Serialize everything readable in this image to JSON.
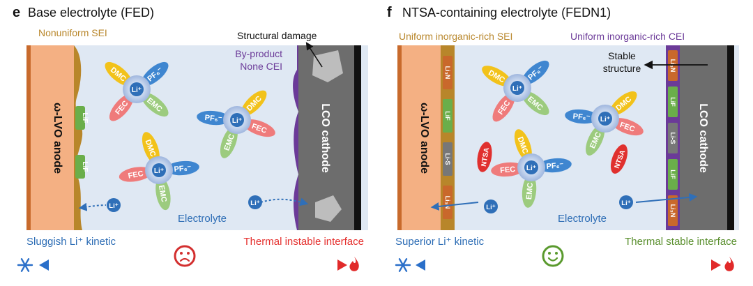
{
  "panels": {
    "e": {
      "letter": "e",
      "title": "Base electrolyte (FED)",
      "sei_label": "Nonuniform SEI",
      "damage_label": "Structural damage",
      "byproduct_line1": "By-product",
      "byproduct_line2": "None CEI",
      "anode_label": "ω-LVO anode",
      "cathode_label": "LCO cathode",
      "electrolyte_label": "Electrolyte",
      "sei_blocks": [
        "LiF",
        "LiF"
      ],
      "kinetic_label": "Sluggish Li⁺ kinetic",
      "interface_label": "Thermal instable interface",
      "face": "sad-face-icon",
      "clusters": [
        {
          "center": "Li⁺",
          "ligands": [
            "DMC",
            "PF₆⁻",
            "EMC",
            "FEC"
          ]
        },
        {
          "center": "Li⁺",
          "ligands": [
            "PF₆⁻",
            "DMC",
            "FEC",
            "EMC"
          ]
        },
        {
          "center": "Li⁺",
          "ligands": [
            "DMC",
            "PF₆⁻",
            "EMC",
            "FEC"
          ]
        }
      ],
      "free_ions": [
        "Li⁺",
        "Li⁺"
      ]
    },
    "f": {
      "letter": "f",
      "title": "NTSA-containing electrolyte (FEDN1)",
      "sei_label": "Uniform inorganic-rich SEI",
      "cei_label": "Uniform inorganic-rich CEI",
      "stable_line1": "Stable",
      "stable_line2": "structure",
      "anode_label": "ω-LVO anode",
      "cathode_label": "LCO cathode",
      "electrolyte_label": "Electrolyte",
      "sei_blocks": [
        "Li₃N",
        "LiF",
        "Li-S",
        "Li₃N"
      ],
      "cei_blocks": [
        "Li₃N",
        "LiF",
        "Li-S",
        "LiF",
        "Li₃N"
      ],
      "kinetic_label": "Superior Li⁺ kinetic",
      "interface_label": "Thermal stable interface",
      "face": "smile-face-icon",
      "clusters": [
        {
          "center": "Li⁺",
          "ligands": [
            "DMC",
            "PF₆⁻",
            "EMC",
            "FEC"
          ]
        },
        {
          "center": "Li⁺",
          "ligands": [
            "PF₆⁻",
            "DMC",
            "FEC",
            "EMC"
          ]
        },
        {
          "center": "Li⁺",
          "ligands": [
            "DMC",
            "PF₆⁻",
            "EMC",
            "FEC"
          ]
        }
      ],
      "additives": [
        "NTSA",
        "NTSA"
      ],
      "free_ions": [
        "Li⁺",
        "Li⁺"
      ]
    }
  },
  "icons": {
    "cold": "snowflake-icon",
    "hot": "flame-icon"
  },
  "colors": {
    "DMC": "#f2c21a",
    "PF6": "#3f86d0",
    "EMC": "#9ccb7e",
    "FEC": "#ef7b7b",
    "NTSA": "#e0302e",
    "li_ion": "#2f6fb8",
    "anode": "#f4b083",
    "anode_edge": "#c86a2c",
    "cathode": "#6d6d6d",
    "electrolyte": "#dfe8f3",
    "sei": "#b8862a",
    "cei": "#6b3a98",
    "blue_text": "#2d6db5",
    "red_text": "#e5302e",
    "green_text": "#5a8f2e"
  }
}
